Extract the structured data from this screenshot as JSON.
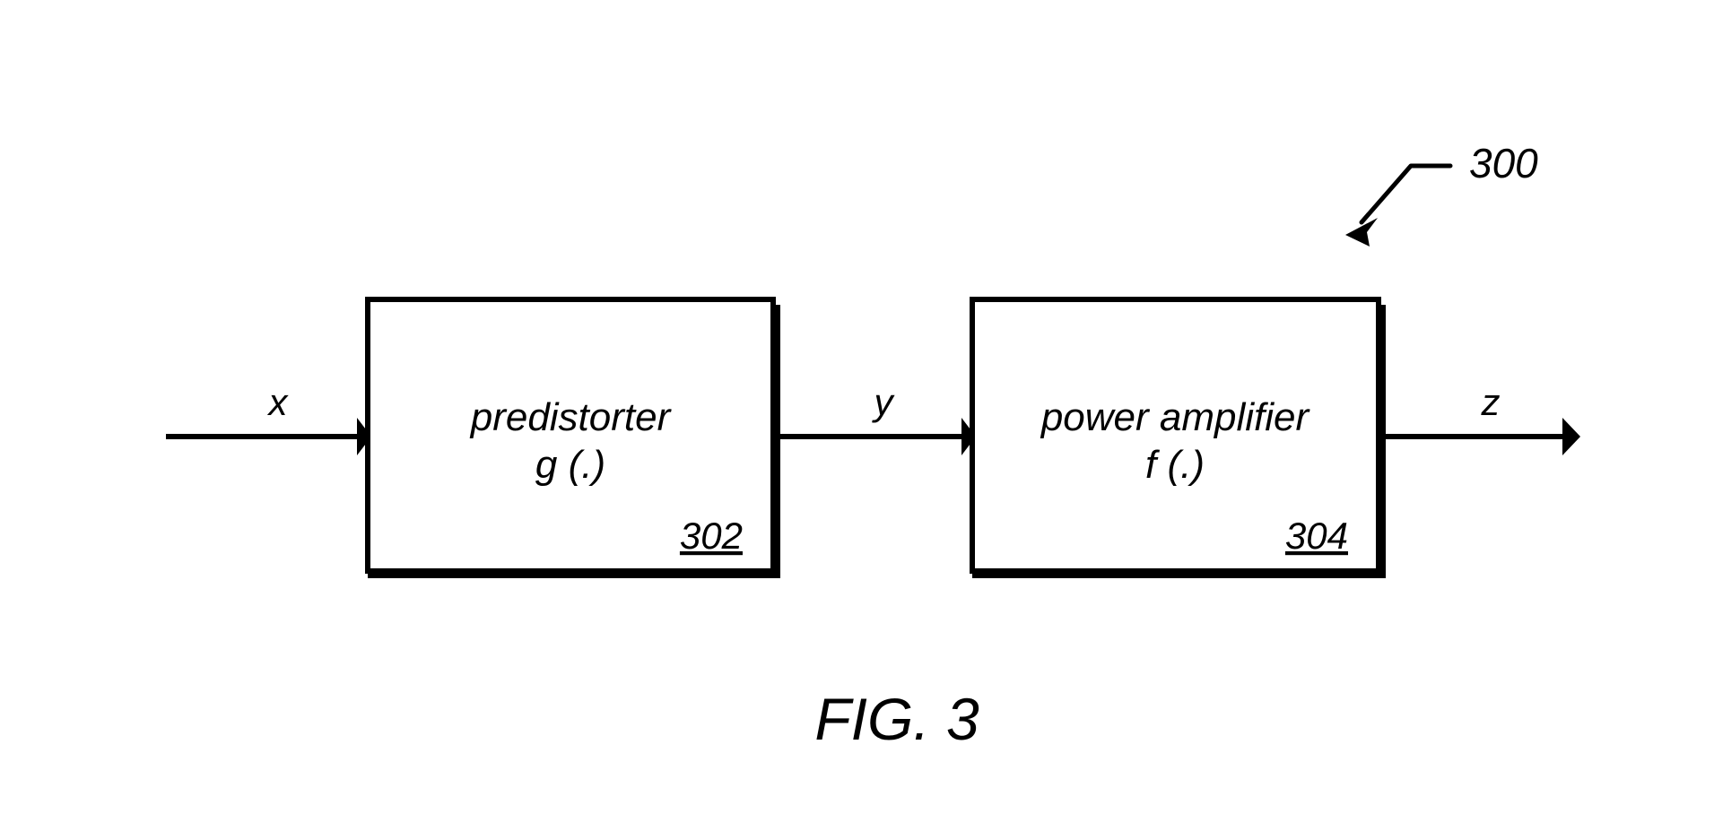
{
  "figure": {
    "caption": "FIG. 3",
    "reference_numeral": "300",
    "background_color": "#ffffff",
    "line_color": "#000000"
  },
  "blocks": [
    {
      "id": "predistorter",
      "title": "predistorter",
      "function": "g (.)",
      "reference_numeral": "302"
    },
    {
      "id": "power-amplifier",
      "title": "power amplifier",
      "function": "f (.)",
      "reference_numeral": "304"
    }
  ],
  "signals": [
    {
      "id": "input",
      "label": "x"
    },
    {
      "id": "intermediate",
      "label": "y"
    },
    {
      "id": "output",
      "label": "z"
    }
  ],
  "icons": {
    "input_arrow": "arrow-right-icon",
    "intermediate_arrow": "arrow-right-icon",
    "output_arrow": "arrow-right-icon",
    "reference_leader": "leader-arrow-icon"
  }
}
